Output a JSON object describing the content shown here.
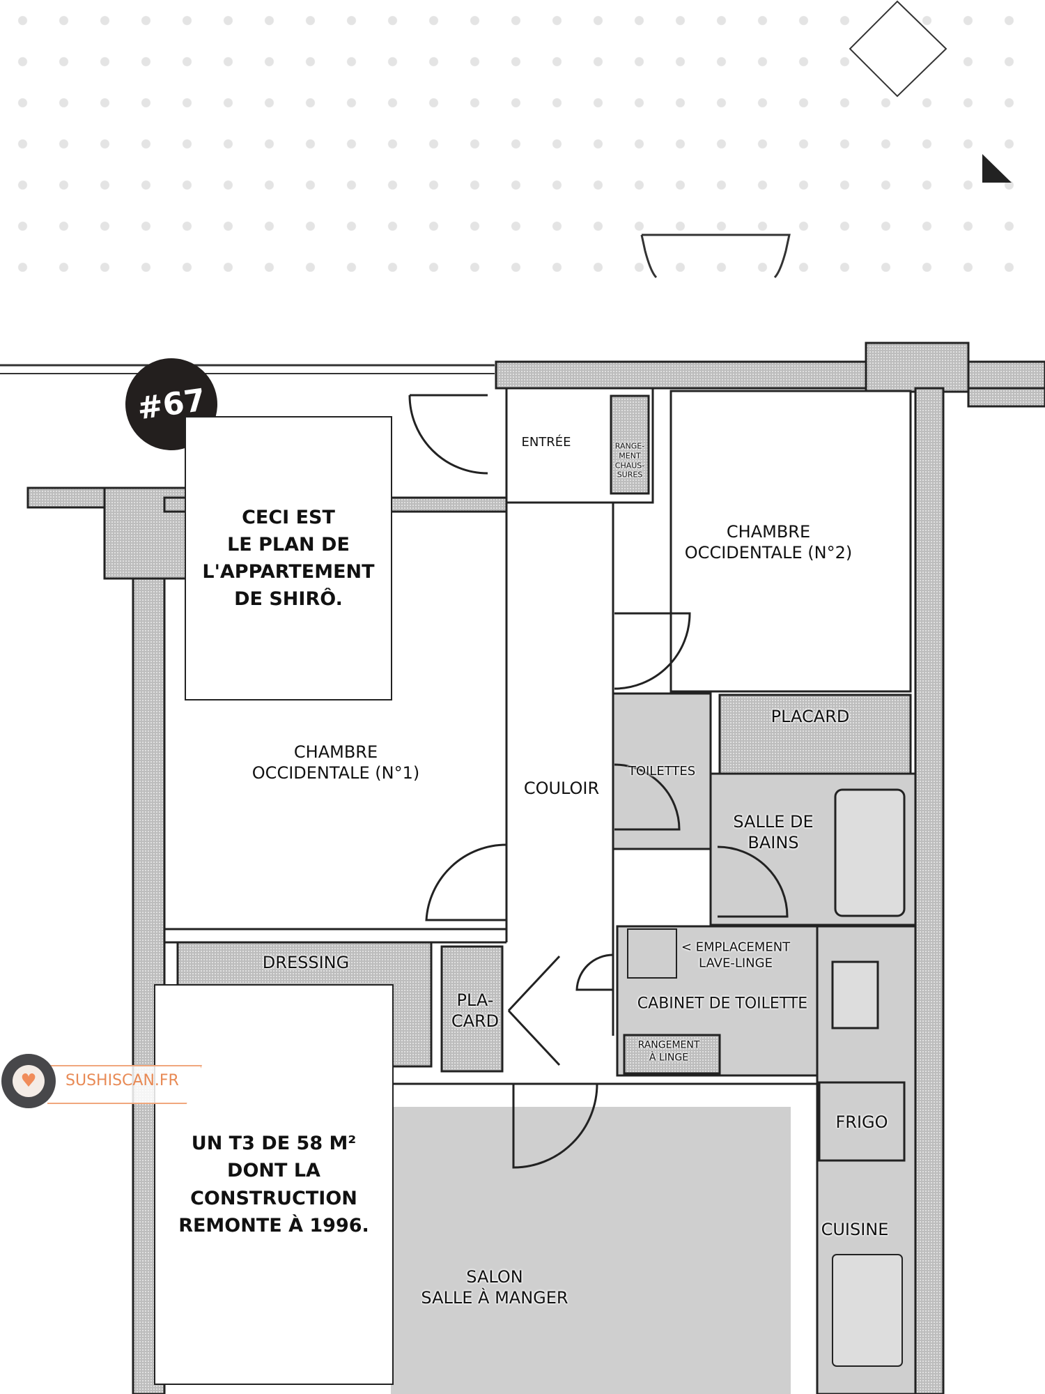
{
  "badge": "#67",
  "captions": {
    "top": "CECI EST\nLE PLAN DE\nL'APPARTEMENT\nDE SHIRÔ.",
    "bottom": "UN T3 DE 58 M²\nDONT LA\nCONSTRUCTION\nREMONTE À 1996."
  },
  "rooms": {
    "entree": "ENTRÉE",
    "rangement_chaussures": "RANGE-\nMENT\nCHAUS-\nSURES",
    "chambre2": "CHAMBRE\nOCCIDENTALE (N°2)",
    "chambre1": "CHAMBRE\nOCCIDENTALE (N°1)",
    "couloir": "COULOIR",
    "placard_right": "PLACARD",
    "toilettes": "TOILETTES",
    "salle_de_bains": "SALLE DE\nBAINS",
    "lave_linge": "< EMPLACEMENT\nLAVE-LINGE",
    "cabinet": "CABINET DE TOILETTE",
    "rangement_linge": "RANGEMENT\nÀ LINGE",
    "dressing": "DRESSING",
    "placard_left": "PLA-\nCARD",
    "frigo": "FRIGO",
    "cuisine": "CUISINE",
    "salon": "SALON\nSALLE À MANGER"
  },
  "watermark": "SUSHISCAN.FR",
  "colors": {
    "wall": "#9a9a9a",
    "floor_gray": "#cfcfcf",
    "watermark": "#e88a55"
  }
}
